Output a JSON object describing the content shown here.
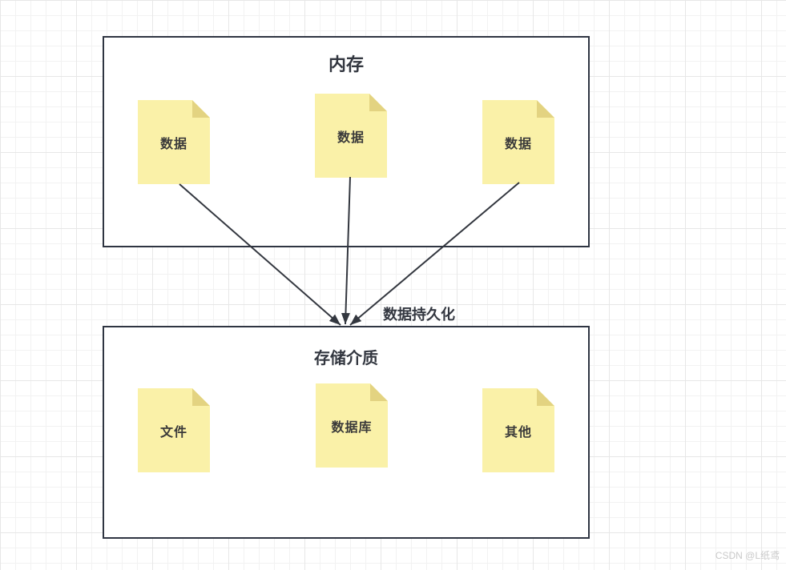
{
  "diagram": {
    "memory_box": {
      "title": "内存",
      "documents": [
        {
          "label": "数据"
        },
        {
          "label": "数据"
        },
        {
          "label": "数据"
        }
      ]
    },
    "storage_box": {
      "title": "存储介质",
      "documents": [
        {
          "label": "文件"
        },
        {
          "label": "数据库"
        },
        {
          "label": "其他"
        }
      ]
    },
    "arrow_label": "数据持久化",
    "arrows": [
      {
        "from": "memory-doc-1",
        "to": "storage-box-top-edge"
      },
      {
        "from": "memory-doc-2",
        "to": "storage-box-top-edge"
      },
      {
        "from": "memory-doc-3",
        "to": "storage-box-top-edge"
      }
    ],
    "colors": {
      "note_fill": "#FAF1A8",
      "note_fold": "#E3D381",
      "box_border": "#2F3542",
      "arrow": "#33373F",
      "text": "#3A3A3A",
      "grid_minor": "#F2F2F2",
      "grid_major": "#E7E7E7",
      "watermark_text": "#C9C9C9"
    }
  },
  "watermark": "CSDN @L纸鸢"
}
